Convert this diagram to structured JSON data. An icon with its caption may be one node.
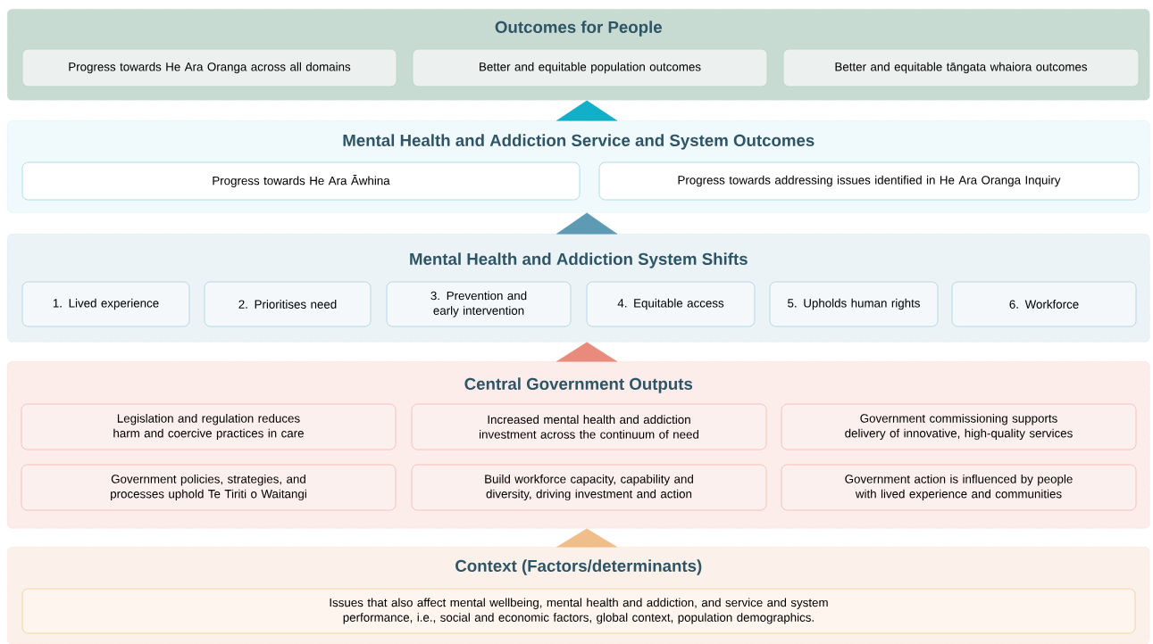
{
  "diagram": {
    "nodes": [
      {
        "text": [
          "Outcomes for People"
        ]
      },
      {
        "text": [
          "Progress towards He Ara Oranga across all domains"
        ],
        "in": 0
      },
      {
        "text": [
          "Better and equitable population outcomes"
        ],
        "in": 0
      },
      {
        "text": [
          "Better and equitable tāngata whaiora outcomes"
        ],
        "in": 0
      },
      {
        "text": [
          "Mental Health and Addiction Service and System Outcomes"
        ]
      },
      {
        "text": [
          "Progress towards He Ara Āwhina"
        ],
        "in": 4
      },
      {
        "text": [
          "Progress towards addressing issues identified in He Ara Oranga Inquiry"
        ],
        "in": 4
      },
      {
        "text": [
          "Mental Health and Addiction System Shifts"
        ]
      },
      {
        "text": [
          "1.  Lived experience"
        ],
        "in": 7
      },
      {
        "text": [
          "2.  Prioritises need"
        ],
        "in": 7
      },
      {
        "text": [
          "3. Prevention and early intervention"
        ],
        "in": 7
      },
      {
        "text": [
          "4. Equitable access"
        ],
        "in": 7
      },
      {
        "text": [
          "5. Upholds human rights"
        ],
        "in": 7
      },
      {
        "text": [
          "6. Workforce"
        ],
        "in": 7
      },
      {
        "text": [
          "Central Government Outputs"
        ]
      },
      {
        "text": [
          "Legislation and regulation reduces harm and coercive practices in care"
        ],
        "in": 14
      },
      {
        "text": [
          "Increased mental health and addiction investment across the continuum of need"
        ],
        "in": 14
      },
      {
        "text": [
          "Government commissioning supports delivery of innovative, high-quality services"
        ],
        "in": 14
      },
      {
        "text": [
          "Government policies, strategies, and processes uphold Te Tiriti o Waitangi"
        ],
        "in": 14
      },
      {
        "text": [
          "Build workforce capacity, capability and diversity, driving investment and action"
        ],
        "in": 14
      },
      {
        "text": [
          "Government action is influenced by people with lived experience and communities"
        ],
        "in": 14
      },
      {
        "text": [
          "Context (Factors/determinants)"
        ]
      },
      {
        "text": [
          "Issues that also affect mental wellbeing, mental health and addiction, and service and system performance, i.e., social and economic factors, global context, population demographics."
        ],
        "in": 21
      }
    ],
    "edges": [
      {
        "from": 4,
        "to": 0,
        "arrow": "to",
        "color": "#12b0c8"
      },
      {
        "from": 7,
        "to": 4,
        "arrow": "to",
        "color": "#5f9ab5"
      },
      {
        "from": 14,
        "to": 7,
        "arrow": "to",
        "color": "#e98b7c"
      },
      {
        "from": 21,
        "to": 14,
        "arrow": "to",
        "color": "#f0be8a"
      }
    ]
  }
}
